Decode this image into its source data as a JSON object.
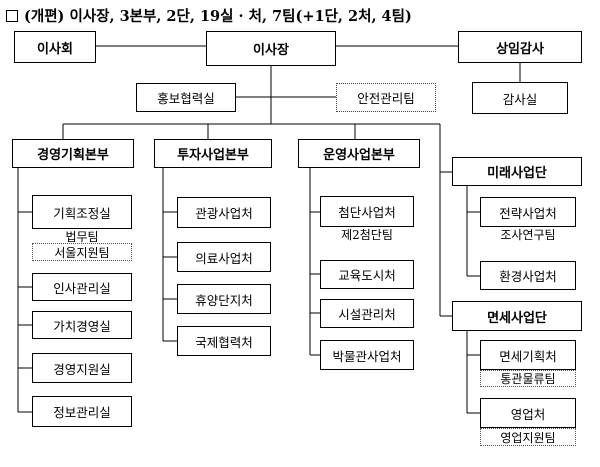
{
  "title": "(개편) 이사장, 3본부, 2단, 19실 · 처, 7팀(+1단, 2처, 4팀)",
  "top": {
    "board": "이사회",
    "chairman": "이사장",
    "auditor": "상임감사"
  },
  "staff": {
    "pr": "홍보협력실",
    "safety": "안전관리팀",
    "audit": "감사실"
  },
  "divisions": {
    "management": {
      "head": "경영기획본부",
      "units": [
        "기획조정실",
        "인사관리실",
        "가치경영실",
        "경영지원실",
        "정보관리실"
      ],
      "subs": [
        "법무팀",
        "서울지원팀"
      ]
    },
    "investment": {
      "head": "투자사업본부",
      "units": [
        "관광사업처",
        "의료사업처",
        "휴양단지처",
        "국제협력처"
      ]
    },
    "operations": {
      "head": "운영사업본부",
      "units": [
        "첨단사업처",
        "교육도시처",
        "시설관리처",
        "박물관사업처"
      ],
      "subs": [
        "제2첨단팀"
      ]
    },
    "future": {
      "head": "미래사업단",
      "units": [
        "전략사업처",
        "환경사업처"
      ],
      "subs": [
        "조사연구팀"
      ]
    },
    "dutyfree": {
      "head": "면세사업단",
      "units": [
        "면세기획처",
        "영업처"
      ],
      "subs": [
        "통관물류팀",
        "영업지원팀"
      ]
    }
  }
}
